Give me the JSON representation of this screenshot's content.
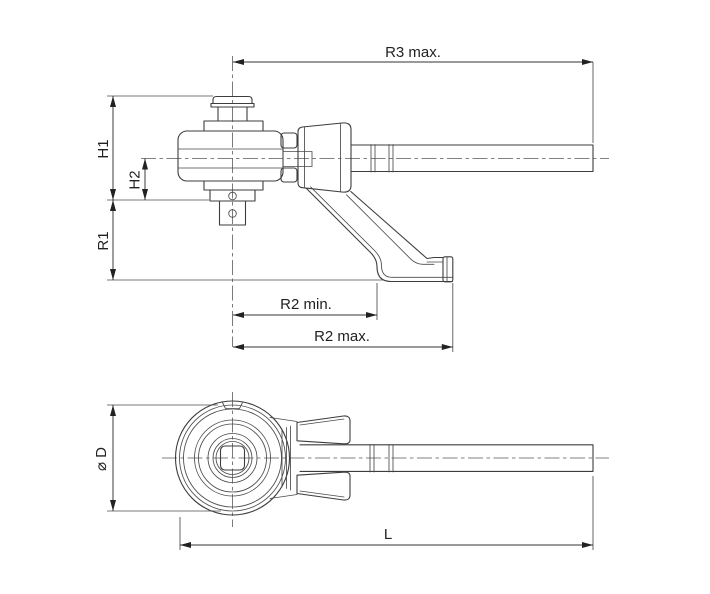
{
  "labels": {
    "r3_max": "R3 max.",
    "h1": "H1",
    "h2": "H2",
    "r1": "R1",
    "r2_min": "R2 min.",
    "r2_max": "R2 max.",
    "dia_d": "⌀ D",
    "l": "L"
  },
  "colors": {
    "background": "#ffffff",
    "part_outline": "#3d3d3d",
    "dimension_line": "#333333",
    "text": "#222222"
  }
}
